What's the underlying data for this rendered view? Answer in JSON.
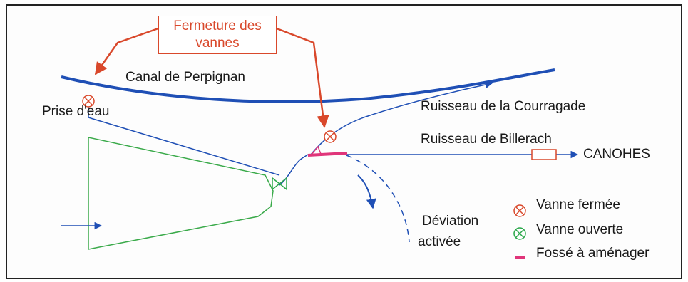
{
  "callout": {
    "line1": "Fermeture des",
    "line2": "vannes"
  },
  "labels": {
    "canal": "Canal de Perpignan",
    "prise": "Prise d'eau",
    "courragade": "Ruisseau de la Courragade",
    "billerach": "Ruisseau de Billerach",
    "canohes": "CANOHES",
    "deviation_1": "Déviation",
    "deviation_2": "activée"
  },
  "legend": [
    {
      "icon": "valve-closed-icon",
      "label": "Vanne fermée",
      "color": "#d9482b"
    },
    {
      "icon": "valve-open-icon",
      "label": "Vanne ouverte",
      "color": "#2aa84a"
    },
    {
      "icon": "ditch-icon",
      "label": "Fossé à aménager",
      "color": "#e0357a"
    }
  ],
  "colors": {
    "water": "#1f4fb5",
    "closed_valve": "#d9482b",
    "open_valve": "#2aa84a",
    "basin": "#3aaa4a",
    "ditch": "#e0357a",
    "callout": "#d9482b"
  }
}
